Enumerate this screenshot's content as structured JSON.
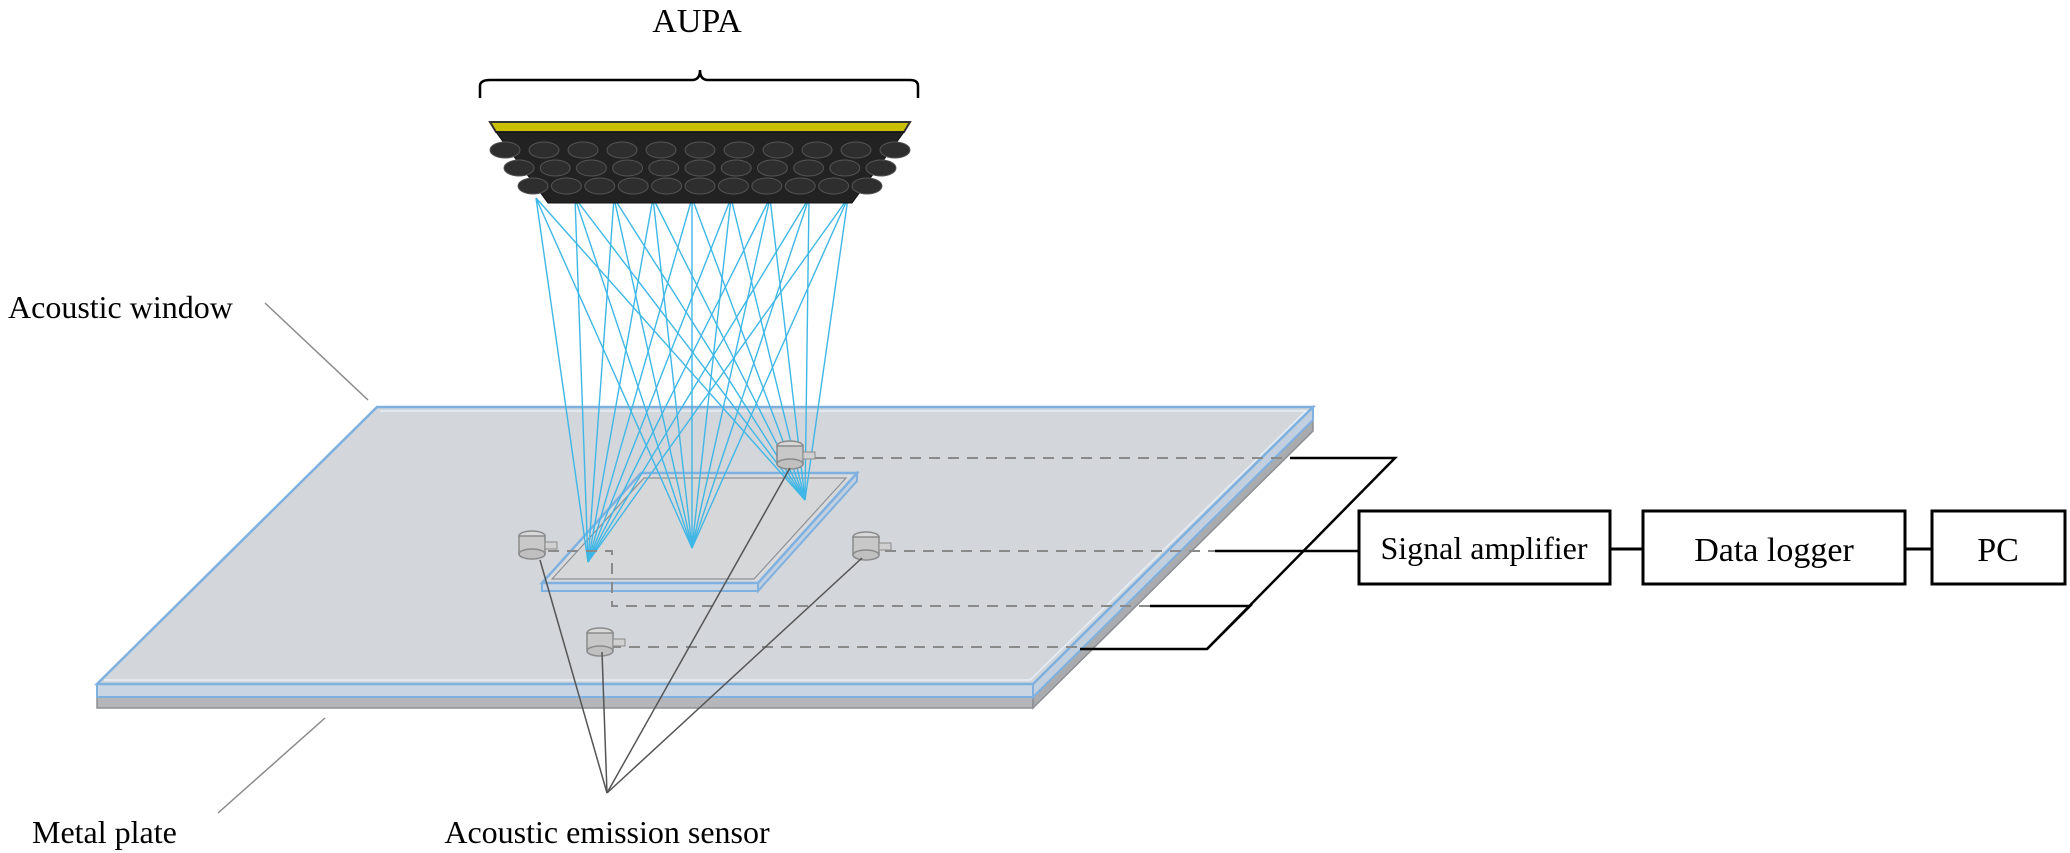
{
  "labels": {
    "aupa": "AUPA",
    "acoustic_window": "Acoustic window",
    "metal_plate": "Metal plate",
    "acoustic_emission_sensor": "Acoustic emission sensor"
  },
  "chain": [
    {
      "id": "signal-amplifier",
      "label": "Signal amplifier"
    },
    {
      "id": "data-logger",
      "label": "Data logger"
    },
    {
      "id": "pc",
      "label": "PC"
    }
  ],
  "colors": {
    "beam": "#3fb7e6",
    "window_edge": "#7fb1e0",
    "plate_fill": "#d3d6db",
    "plate_side": "#b4b6b9",
    "array_frame": "#c8c000",
    "array_body": "#222222"
  }
}
